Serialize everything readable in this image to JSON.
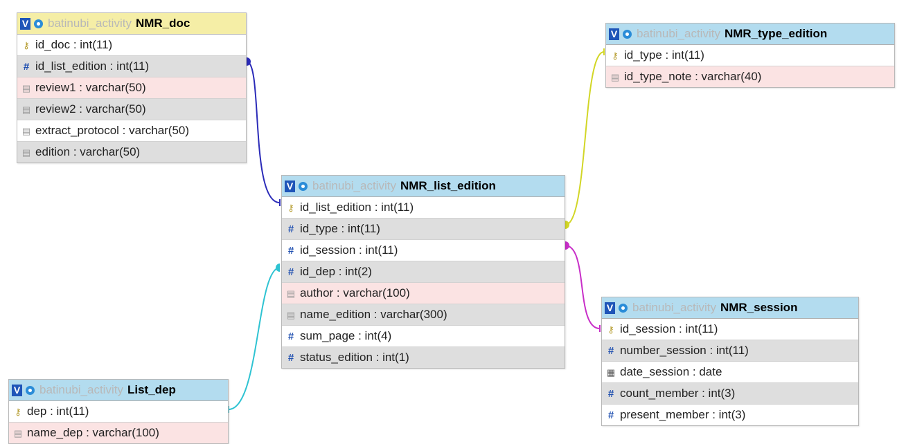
{
  "tables": [
    {
      "id": "nmr-doc",
      "database": "batinubi_activity",
      "name": "NMR_doc",
      "header": "yellow",
      "columns": [
        {
          "text": "id_doc : int(11)",
          "icon": "key-icon",
          "bg": "white"
        },
        {
          "text": "id_list_edition : int(11)",
          "icon": "number-icon",
          "bg": "gray"
        },
        {
          "text": "review1 : varchar(50)",
          "icon": "text-icon",
          "bg": "pink"
        },
        {
          "text": "review2 : varchar(50)",
          "icon": "text-icon",
          "bg": "gray"
        },
        {
          "text": "extract_protocol : varchar(50)",
          "icon": "text-icon",
          "bg": "white"
        },
        {
          "text": "edition : varchar(50)",
          "icon": "text-icon",
          "bg": "gray"
        }
      ]
    },
    {
      "id": "nmr-type-edition",
      "database": "batinubi_activity",
      "name": "NMR_type_edition",
      "header": "blue",
      "columns": [
        {
          "text": "id_type : int(11)",
          "icon": "key-icon",
          "bg": "white"
        },
        {
          "text": "id_type_note : varchar(40)",
          "icon": "text-icon",
          "bg": "pink"
        }
      ]
    },
    {
      "id": "nmr-list-edition",
      "database": "batinubi_activity",
      "name": "NMR_list_edition",
      "header": "blue",
      "columns": [
        {
          "text": "id_list_edition : int(11)",
          "icon": "key-icon",
          "bg": "white"
        },
        {
          "text": "id_type : int(11)",
          "icon": "number-icon",
          "bg": "gray"
        },
        {
          "text": "id_session : int(11)",
          "icon": "number-icon",
          "bg": "white"
        },
        {
          "text": "id_dep : int(2)",
          "icon": "number-icon",
          "bg": "gray"
        },
        {
          "text": "author : varchar(100)",
          "icon": "text-icon",
          "bg": "pink"
        },
        {
          "text": "name_edition : varchar(300)",
          "icon": "text-icon",
          "bg": "gray"
        },
        {
          "text": "sum_page : int(4)",
          "icon": "number-icon",
          "bg": "white"
        },
        {
          "text": "status_edition : int(1)",
          "icon": "number-icon",
          "bg": "gray"
        }
      ]
    },
    {
      "id": "nmr-session",
      "database": "batinubi_activity",
      "name": "NMR_session",
      "header": "blue",
      "columns": [
        {
          "text": "id_session : int(11)",
          "icon": "key-icon",
          "bg": "white"
        },
        {
          "text": "number_session : int(11)",
          "icon": "number-icon",
          "bg": "gray"
        },
        {
          "text": "date_session : date",
          "icon": "date-icon",
          "bg": "white"
        },
        {
          "text": "count_member : int(3)",
          "icon": "number-icon",
          "bg": "gray"
        },
        {
          "text": "present_member : int(3)",
          "icon": "number-icon",
          "bg": "white"
        }
      ]
    },
    {
      "id": "list-dep",
      "database": "batinubi_activity",
      "name": "List_dep",
      "header": "blue",
      "columns": [
        {
          "text": "dep : int(11)",
          "icon": "key-icon",
          "bg": "white"
        },
        {
          "text": "name_dep : varchar(100)",
          "icon": "text-icon",
          "bg": "pink"
        }
      ]
    }
  ],
  "relations": [
    {
      "from": "nmr-doc",
      "to": "nmr-list-edition",
      "color": "#2b2bb8"
    },
    {
      "from": "nmr-list-edition",
      "to": "nmr-type-edition",
      "color": "#d2d626"
    },
    {
      "from": "nmr-list-edition",
      "to": "nmr-session",
      "color": "#c82ec8"
    },
    {
      "from": "nmr-list-edition",
      "to": "list-dep",
      "color": "#2ec3d2"
    }
  ]
}
